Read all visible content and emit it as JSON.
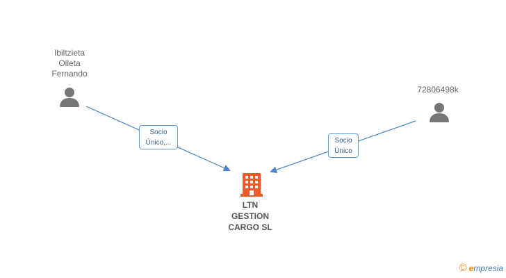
{
  "nodes": {
    "person_left": {
      "name": "Ibiltzieta Olleta Fernando",
      "lines": [
        "Ibiltzieta",
        "Olleta",
        "Fernando"
      ],
      "icon": "person-icon"
    },
    "person_right": {
      "name": "72806498k",
      "lines": [
        "72806498k"
      ],
      "icon": "person-icon"
    },
    "company": {
      "name": "LTN GESTION CARGO SL",
      "lines": [
        "LTN",
        "GESTION",
        "CARGO SL"
      ],
      "icon": "building-icon"
    }
  },
  "relations": [
    {
      "from": "person_left",
      "to": "company",
      "lines": [
        "Socio",
        "Único,..."
      ]
    },
    {
      "from": "person_right",
      "to": "company",
      "lines": [
        "Socio",
        "Único"
      ]
    }
  ],
  "brand": {
    "copyright": "©",
    "initial": "e",
    "rest": "mpresia"
  },
  "colors": {
    "edge": "#4a86c8",
    "relation_border": "#5b9bd5",
    "person_icon": "#777777",
    "company_icon": "#f05a28",
    "brand_orange": "#ff8a00",
    "brand_blue": "#4a7fb0"
  }
}
